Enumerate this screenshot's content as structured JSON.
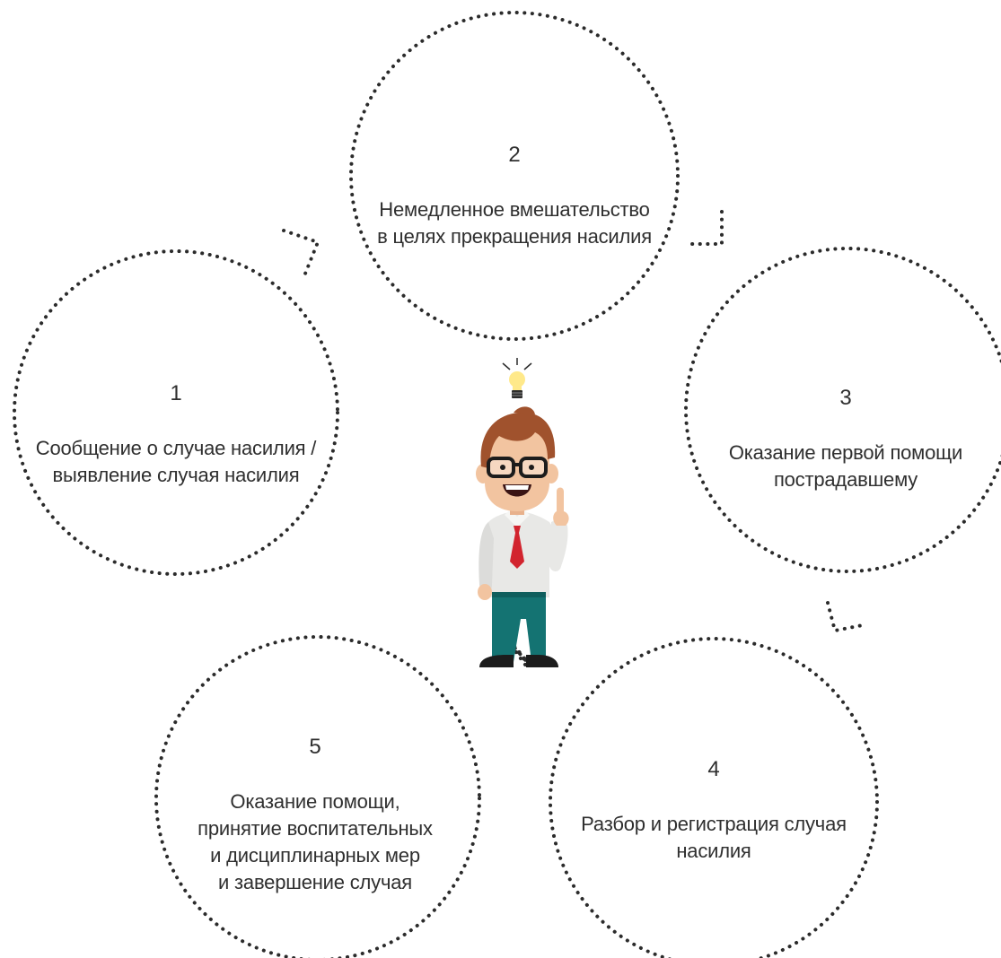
{
  "steps": [
    {
      "number": "1",
      "text": "Сообщение о случае насилия /\nвыявление случая насилия"
    },
    {
      "number": "2",
      "text": "Немедленное вмешательство\nв целях прекращения насилия"
    },
    {
      "number": "3",
      "text": "Оказание первой помощи\nпострадавшему"
    },
    {
      "number": "4",
      "text": "Разбор и регистрация случая\nнасилия"
    },
    {
      "number": "5",
      "text": "Оказание помощи,\nпринятие воспитательных\nи дисциплинарных мер\nи завершение случая"
    }
  ],
  "colors": {
    "ring": "#2b2b2b",
    "text": "#2f2f2f",
    "hair": "#a0522d",
    "skin": "#f2c4a0",
    "shirt": "#e8e8e6",
    "tie": "#d2242e",
    "pants": "#147372",
    "shoes": "#1c1c1c",
    "bulb": "#ffe98a"
  },
  "icons": [
    "lightbulb-icon",
    "teacher-character"
  ]
}
